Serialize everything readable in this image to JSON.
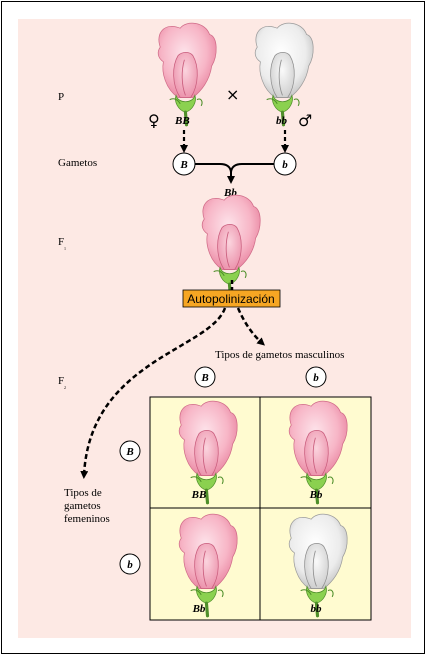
{
  "labels": {
    "p": "P",
    "gametos": "Gametos",
    "f1": "F",
    "f1_sub": "1",
    "f2": "F",
    "f2_sub": "2",
    "cross": "×",
    "female_symbol": "♀",
    "male_symbol": "♂",
    "parent_female_genotype": "BB",
    "parent_male_genotype": "bb",
    "gamete_female": "B",
    "gamete_male": "b",
    "f1_genotype": "Bb",
    "autopolinizacion": "Autopolinización",
    "male_gametes_title": "Tipos de gametos masculinos",
    "female_gametes_line1": "Tipos de",
    "female_gametes_line2": "gametos",
    "female_gametes_line3": "femeninos"
  },
  "punnett": {
    "male_gametes": [
      "B",
      "b"
    ],
    "female_gametes": [
      "B",
      "b"
    ],
    "cells": [
      {
        "genotype": "BB",
        "flower": "pink"
      },
      {
        "genotype": "Bb",
        "flower": "pink"
      },
      {
        "genotype": "Bb",
        "flower": "pink"
      },
      {
        "genotype": "bb",
        "flower": "white"
      }
    ]
  },
  "colors": {
    "background": "#fde9e4",
    "punnett_fill": "#fffbd0",
    "label_box": "#f6a623",
    "pink_petal": "#f5a0b7",
    "white_petal": "#e8e8e8",
    "stem": "#7cc44a"
  }
}
